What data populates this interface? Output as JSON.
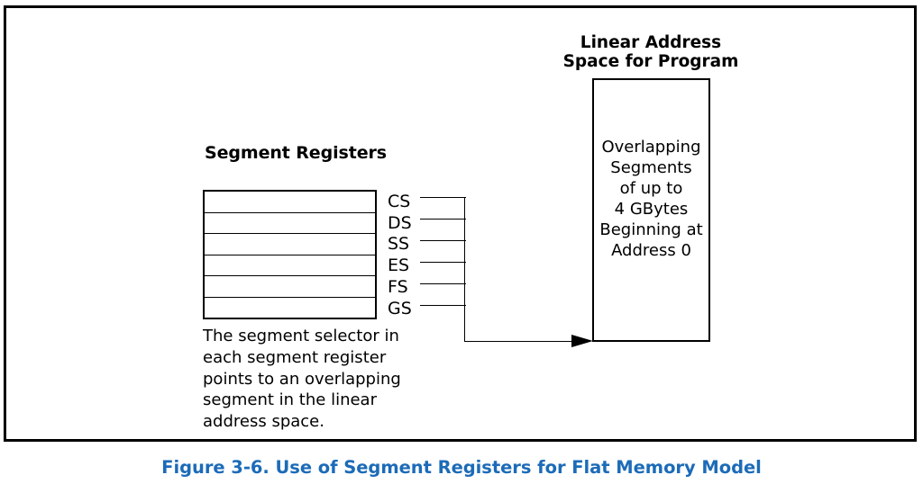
{
  "figure": {
    "caption": "Figure 3-6.  Use of Segment Registers for Flat Memory Model",
    "caption_color": "#1C6BB8",
    "border_color": "#000000",
    "background_color": "#FFFFFF"
  },
  "segment_registers": {
    "heading": "Segment Registers",
    "row_count": 6,
    "rows": [
      "",
      "",
      "",
      "",
      "",
      ""
    ],
    "selectors": [
      {
        "label": "CS",
        "name": "code-segment"
      },
      {
        "label": "DS",
        "name": "data-segment"
      },
      {
        "label": "SS",
        "name": "stack-segment"
      },
      {
        "label": "ES",
        "name": "extra-segment-e"
      },
      {
        "label": "FS",
        "name": "extra-segment-f"
      },
      {
        "label": "GS",
        "name": "extra-segment-g"
      }
    ],
    "description": "The segment selector in\neach segment register\npoints to an overlapping\nsegment in the linear\naddress space."
  },
  "linear_address_space": {
    "heading": "Linear Address\nSpace for Program",
    "body": "Overlapping\nSegments\nof up to\n4 GBytes\nBeginning at\nAddress 0"
  },
  "connector": {
    "arrow_direction": "right",
    "arrow_target": "linear-address-space-box"
  }
}
